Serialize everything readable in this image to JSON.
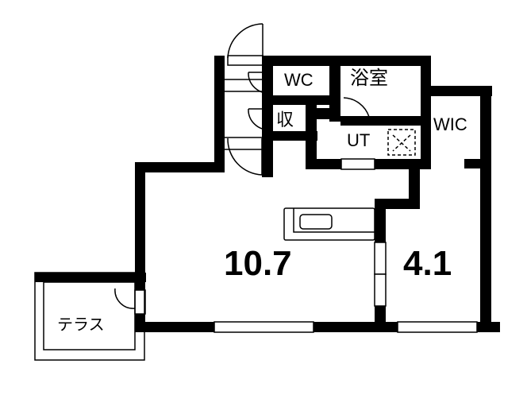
{
  "floorplan": {
    "rooms": {
      "wc": "WC",
      "bath": "浴室",
      "storage": "収",
      "utility": "UT",
      "wic": "WIC",
      "living_area": "10.7",
      "bedroom_area": "4.1",
      "terrace": "テラス"
    },
    "colors": {
      "wall": "#000000",
      "background": "#ffffff"
    }
  }
}
